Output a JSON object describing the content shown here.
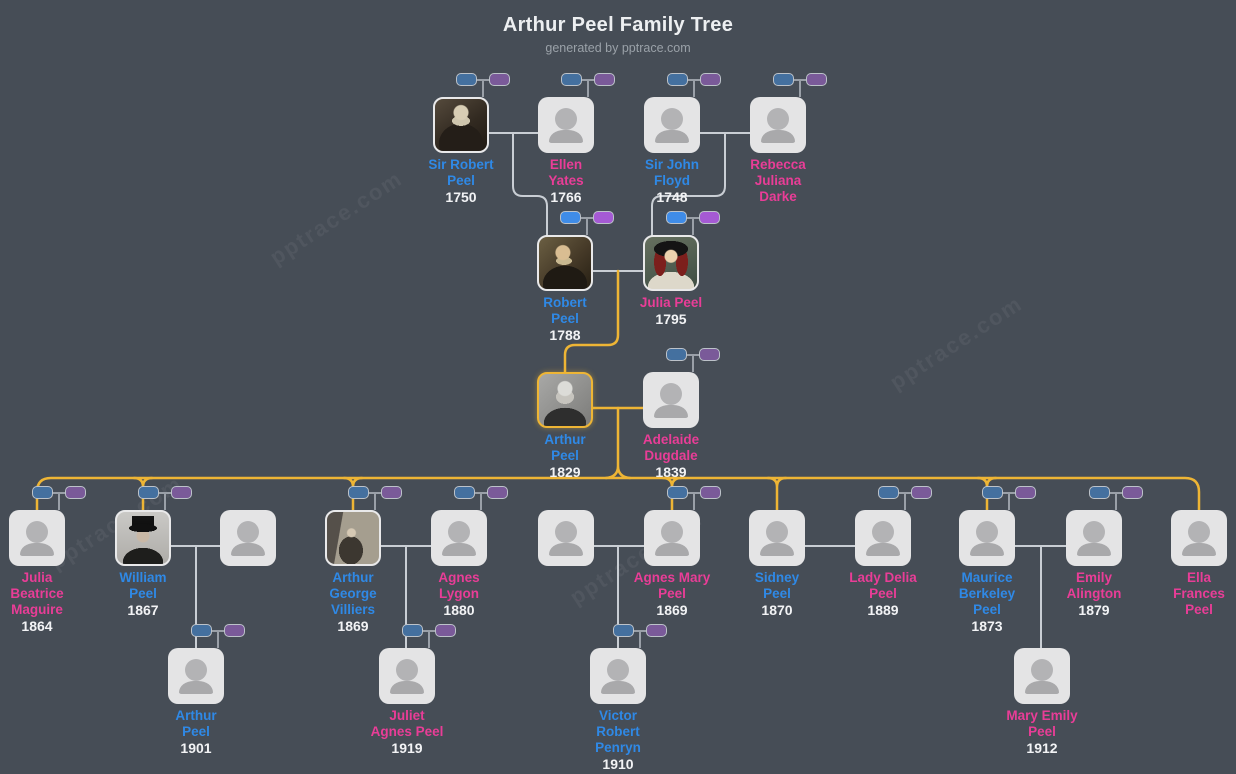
{
  "header": {
    "title": "Arthur Peel Family Tree",
    "subtitle": "generated by pptrace.com"
  },
  "watermark": "pptrace.com",
  "colors": {
    "background": "#464d56",
    "male_name": "#2f89e6",
    "female_name": "#e93d97",
    "year_text": "#f2f3f5",
    "connector": "#c9ced4",
    "highlight_path": "#eeb535",
    "pill_blue_muted": "#44709f",
    "pill_purple_muted": "#7a5a99",
    "pill_blue_bright": "#3f8ce8",
    "pill_purple_bright": "#a55ad4"
  },
  "people": {
    "sir_robert": {
      "name": "Sir Robert\nPeel",
      "year": "1750",
      "sex": "male",
      "portrait": true
    },
    "ellen": {
      "name": "Ellen\nYates",
      "year": "1766",
      "sex": "female",
      "portrait": false
    },
    "john": {
      "name": "Sir John\nFloyd",
      "year": "1748",
      "sex": "male",
      "portrait": false
    },
    "rebecca": {
      "name": "Rebecca\nJuliana\nDarke",
      "year": "",
      "sex": "female",
      "portrait": false
    },
    "robert": {
      "name": "Robert\nPeel",
      "year": "1788",
      "sex": "male",
      "portrait": true
    },
    "julia": {
      "name": "Julia Peel",
      "year": "1795",
      "sex": "female",
      "portrait": true
    },
    "arthur": {
      "name": "Arthur\nPeel",
      "year": "1829",
      "sex": "male",
      "portrait": true,
      "highlighted": true
    },
    "adelaide": {
      "name": "Adelaide\nDugdale",
      "year": "1839",
      "sex": "female",
      "portrait": false
    },
    "julia_b": {
      "name": "Julia\nBeatrice\nMaguire",
      "year": "1864",
      "sex": "female",
      "portrait": false
    },
    "william": {
      "name": "William\nPeel",
      "year": "1867",
      "sex": "male",
      "portrait": true
    },
    "spouse_w": {
      "name": "",
      "year": "",
      "sex": "unknown",
      "portrait": false
    },
    "agv": {
      "name": "Arthur\nGeorge\nVilliers",
      "year": "1869",
      "sex": "male",
      "portrait": true
    },
    "agnes_l": {
      "name": "Agnes\nLygon",
      "year": "1880",
      "sex": "female",
      "portrait": false
    },
    "spouse_am": {
      "name": "",
      "year": "",
      "sex": "unknown",
      "portrait": false
    },
    "agnes_m": {
      "name": "Agnes Mary\nPeel",
      "year": "1869",
      "sex": "female",
      "portrait": false
    },
    "sidney": {
      "name": "Sidney\nPeel",
      "year": "1870",
      "sex": "male",
      "portrait": false
    },
    "delia": {
      "name": "Lady Delia\nPeel",
      "year": "1889",
      "sex": "female",
      "portrait": false
    },
    "maurice": {
      "name": "Maurice\nBerkeley\nPeel",
      "year": "1873",
      "sex": "male",
      "portrait": false
    },
    "emily": {
      "name": "Emily\nAlington",
      "year": "1879",
      "sex": "female",
      "portrait": false
    },
    "ella": {
      "name": "Ella\nFrances\nPeel",
      "year": "",
      "sex": "female",
      "portrait": false
    },
    "arthur_jr": {
      "name": "Arthur\nPeel",
      "year": "1901",
      "sex": "male",
      "portrait": false
    },
    "juliet": {
      "name": "Juliet\nAgnes Peel",
      "year": "1919",
      "sex": "female",
      "portrait": false
    },
    "victor": {
      "name": "Victor\nRobert\nPenryn",
      "year": "1910",
      "sex": "male",
      "portrait": false
    },
    "mary_e": {
      "name": "Mary Emily\nPeel",
      "year": "1912",
      "sex": "female",
      "portrait": false
    }
  },
  "unions": [
    {
      "partners": [
        "sir_robert",
        "ellen"
      ],
      "children": [
        "robert"
      ]
    },
    {
      "partners": [
        "john",
        "rebecca"
      ],
      "children": [
        "julia"
      ]
    },
    {
      "partners": [
        "robert",
        "julia"
      ],
      "children": [
        "arthur"
      ]
    },
    {
      "partners": [
        "arthur",
        "adelaide"
      ],
      "children": [
        "julia_b",
        "william",
        "agv",
        "agnes_m",
        "sidney",
        "maurice",
        "ella"
      ]
    },
    {
      "partners": [
        "william",
        "spouse_w"
      ],
      "children": [
        "arthur_jr"
      ]
    },
    {
      "partners": [
        "agv",
        "agnes_l"
      ],
      "children": [
        "juliet"
      ]
    },
    {
      "partners": [
        "spouse_am",
        "agnes_m"
      ],
      "children": [
        "victor"
      ]
    },
    {
      "partners": [
        "sidney",
        "delia"
      ],
      "children": []
    },
    {
      "partners": [
        "maurice",
        "emily"
      ],
      "children": [
        "mary_e"
      ]
    }
  ]
}
